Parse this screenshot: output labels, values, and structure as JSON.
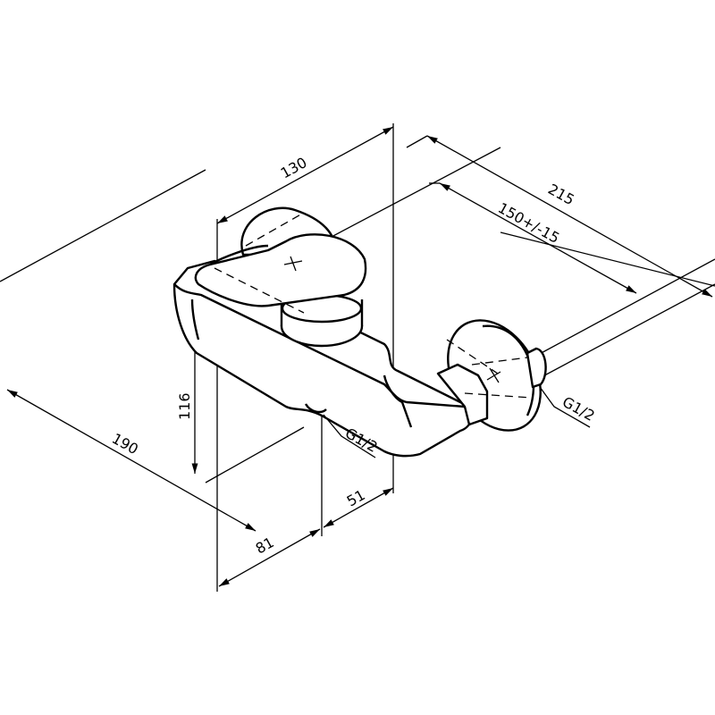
{
  "dimensions": {
    "depth_total": "130",
    "length_total": "215",
    "center_distance": "150+/-15",
    "height": "116",
    "width": "190",
    "outlet_offset": "81",
    "outlet_to_wall": "51"
  },
  "threads": {
    "bottom_outlet": "G1/2",
    "inlet": "G1/2"
  }
}
